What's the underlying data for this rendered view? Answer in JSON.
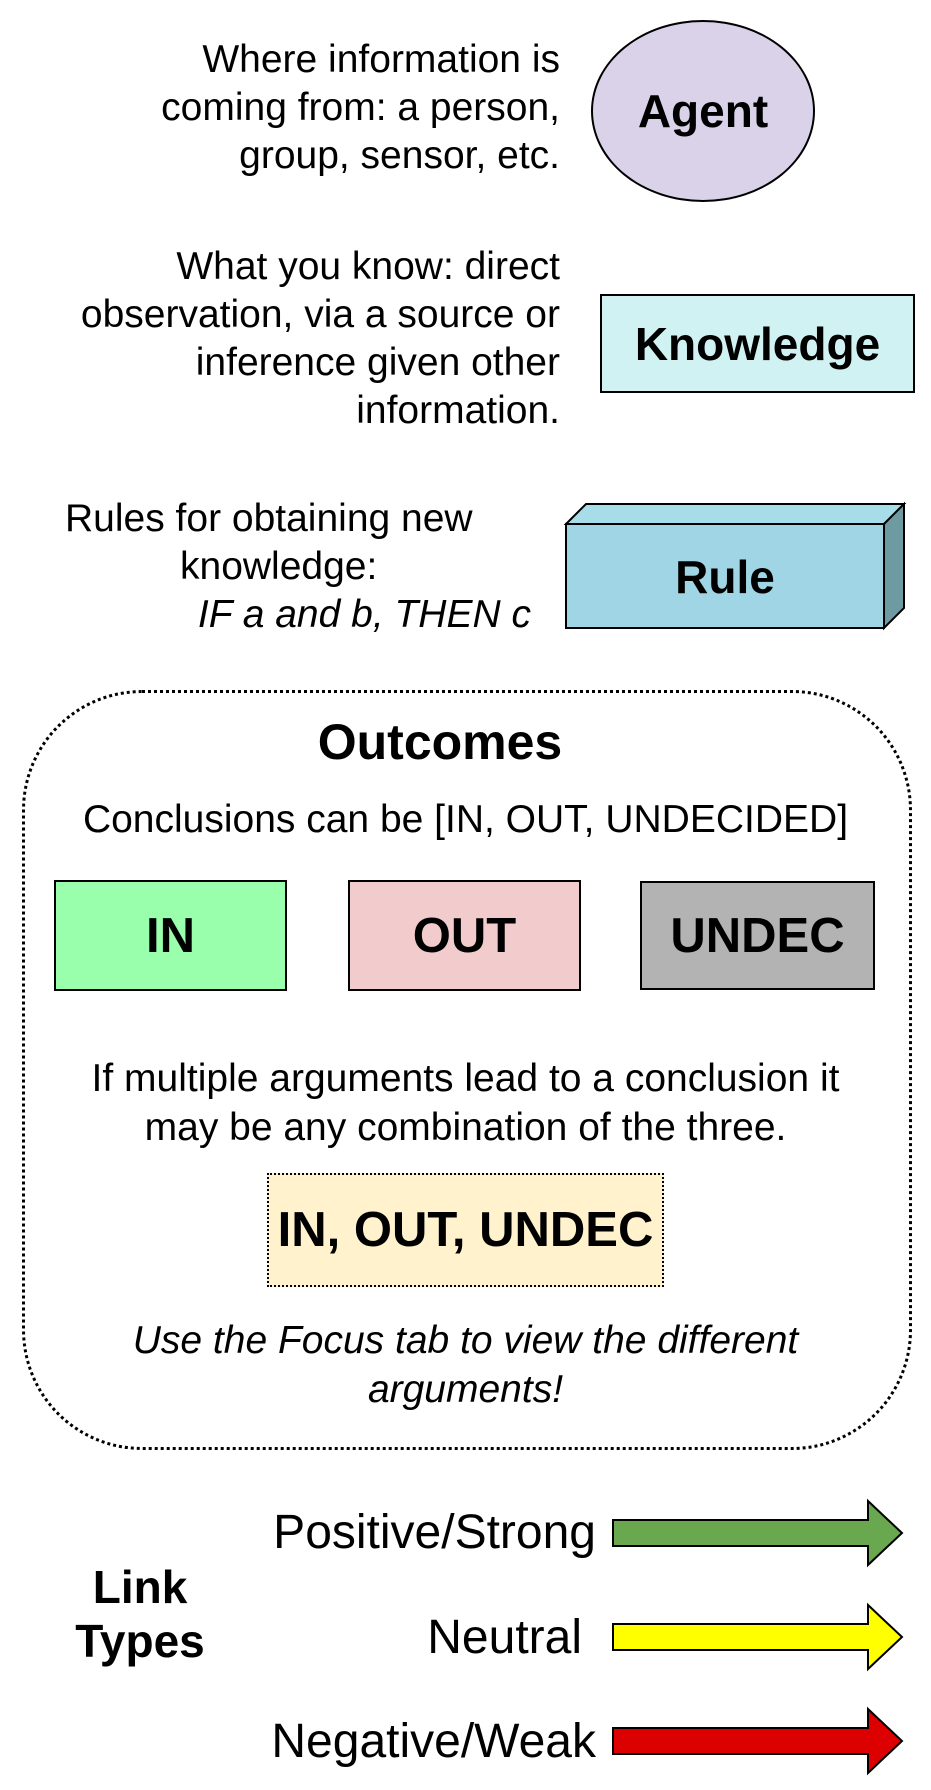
{
  "agent": {
    "description": [
      "Where information is",
      "coming from: a person,",
      "group, sensor, etc."
    ],
    "label": "Agent"
  },
  "knowledge": {
    "description": [
      "What you know: direct",
      "observation, via a source or",
      "inference given other",
      "information."
    ],
    "label": "Knowledge"
  },
  "rule": {
    "description_line1": "Rules for obtaining new",
    "description_line2": "knowledge:",
    "description_formula": "IF a and b, THEN c",
    "label": "Rule"
  },
  "outcomes": {
    "title": "Outcomes",
    "subtitle": "Conclusions can be [IN, OUT, UNDECIDED]",
    "states": [
      {
        "label": "IN",
        "color": "#99ffad"
      },
      {
        "label": "OUT",
        "color": "#f2cccc"
      },
      {
        "label": "UNDEC",
        "color": "#b3b3b3"
      }
    ],
    "multiple_text": [
      "If multiple arguments lead to a conclusion it",
      "may be any combination of the three."
    ],
    "combo_label": "IN, OUT, UNDEC",
    "combo_color": "#fff2cc",
    "hint": [
      "Use the Focus tab to view the different",
      "arguments!"
    ]
  },
  "links": {
    "title_line1": "Link",
    "title_line2": "Types",
    "types": [
      {
        "label": "Positive/Strong",
        "color": "#6aa84f"
      },
      {
        "label": "Neutral",
        "color": "#ffff00"
      },
      {
        "label": "Negative/Weak",
        "color": "#dd0000"
      }
    ]
  }
}
